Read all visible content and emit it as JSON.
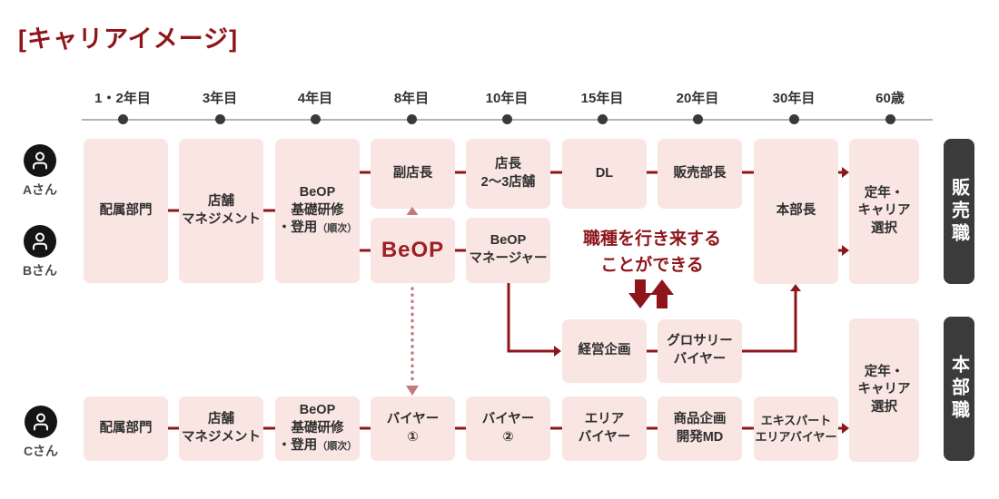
{
  "title": "[キャリアイメージ]",
  "timeline": {
    "labels": [
      "1・2年目",
      "3年目",
      "4年目",
      "8年目",
      "10年目",
      "15年目",
      "20年目",
      "30年目",
      "60歳"
    ]
  },
  "persons": {
    "a": "Aさん",
    "b": "Bさん",
    "c": "Cさん"
  },
  "tracks": {
    "sales": "販売職",
    "headquarters": "本部職"
  },
  "note": "職種を行き来する\nことができる",
  "boxes": {
    "sales_assignment": "配属部門",
    "sales_store_mgmt": "店舗\nマネジメント",
    "sales_beop_training_main": "BeOP\n基礎研修\n・登用",
    "sales_beop_training_small": "（順次）",
    "deputy_store_manager": "副店長",
    "beop": "BeOP",
    "store_manager": "店長\n2〜3店舗",
    "beop_manager": "BeOP\nマネージャー",
    "dl": "DL",
    "sales_dept_head": "販売部長",
    "hq_general_manager": "本部長",
    "sales_retirement": "定年・\nキャリア\n選択",
    "corporate_planning": "経営企画",
    "grocery_buyer": "グロサリー\nバイヤー",
    "hq_assignment": "配属部門",
    "hq_store_mgmt": "店舗\nマネジメント",
    "hq_beop_training_main": "BeOP\n基礎研修\n・登用",
    "hq_beop_training_small": "（順次）",
    "buyer_1": "バイヤー\n①",
    "buyer_2": "バイヤー\n②",
    "area_buyer": "エリア\nバイヤー",
    "product_planning_md": "商品企画\n開発MD",
    "expert_area_buyer": "エキスパート\nエリアバイヤー",
    "hq_retirement": "定年・\nキャリア\n選択"
  },
  "colors": {
    "accent_red": "#8e161b",
    "box_pink": "#f9e5e1",
    "dotted_rose": "#c57a7f",
    "track_label_bg": "#3b3b3b",
    "timeline_gray": "#b3b3b3"
  }
}
